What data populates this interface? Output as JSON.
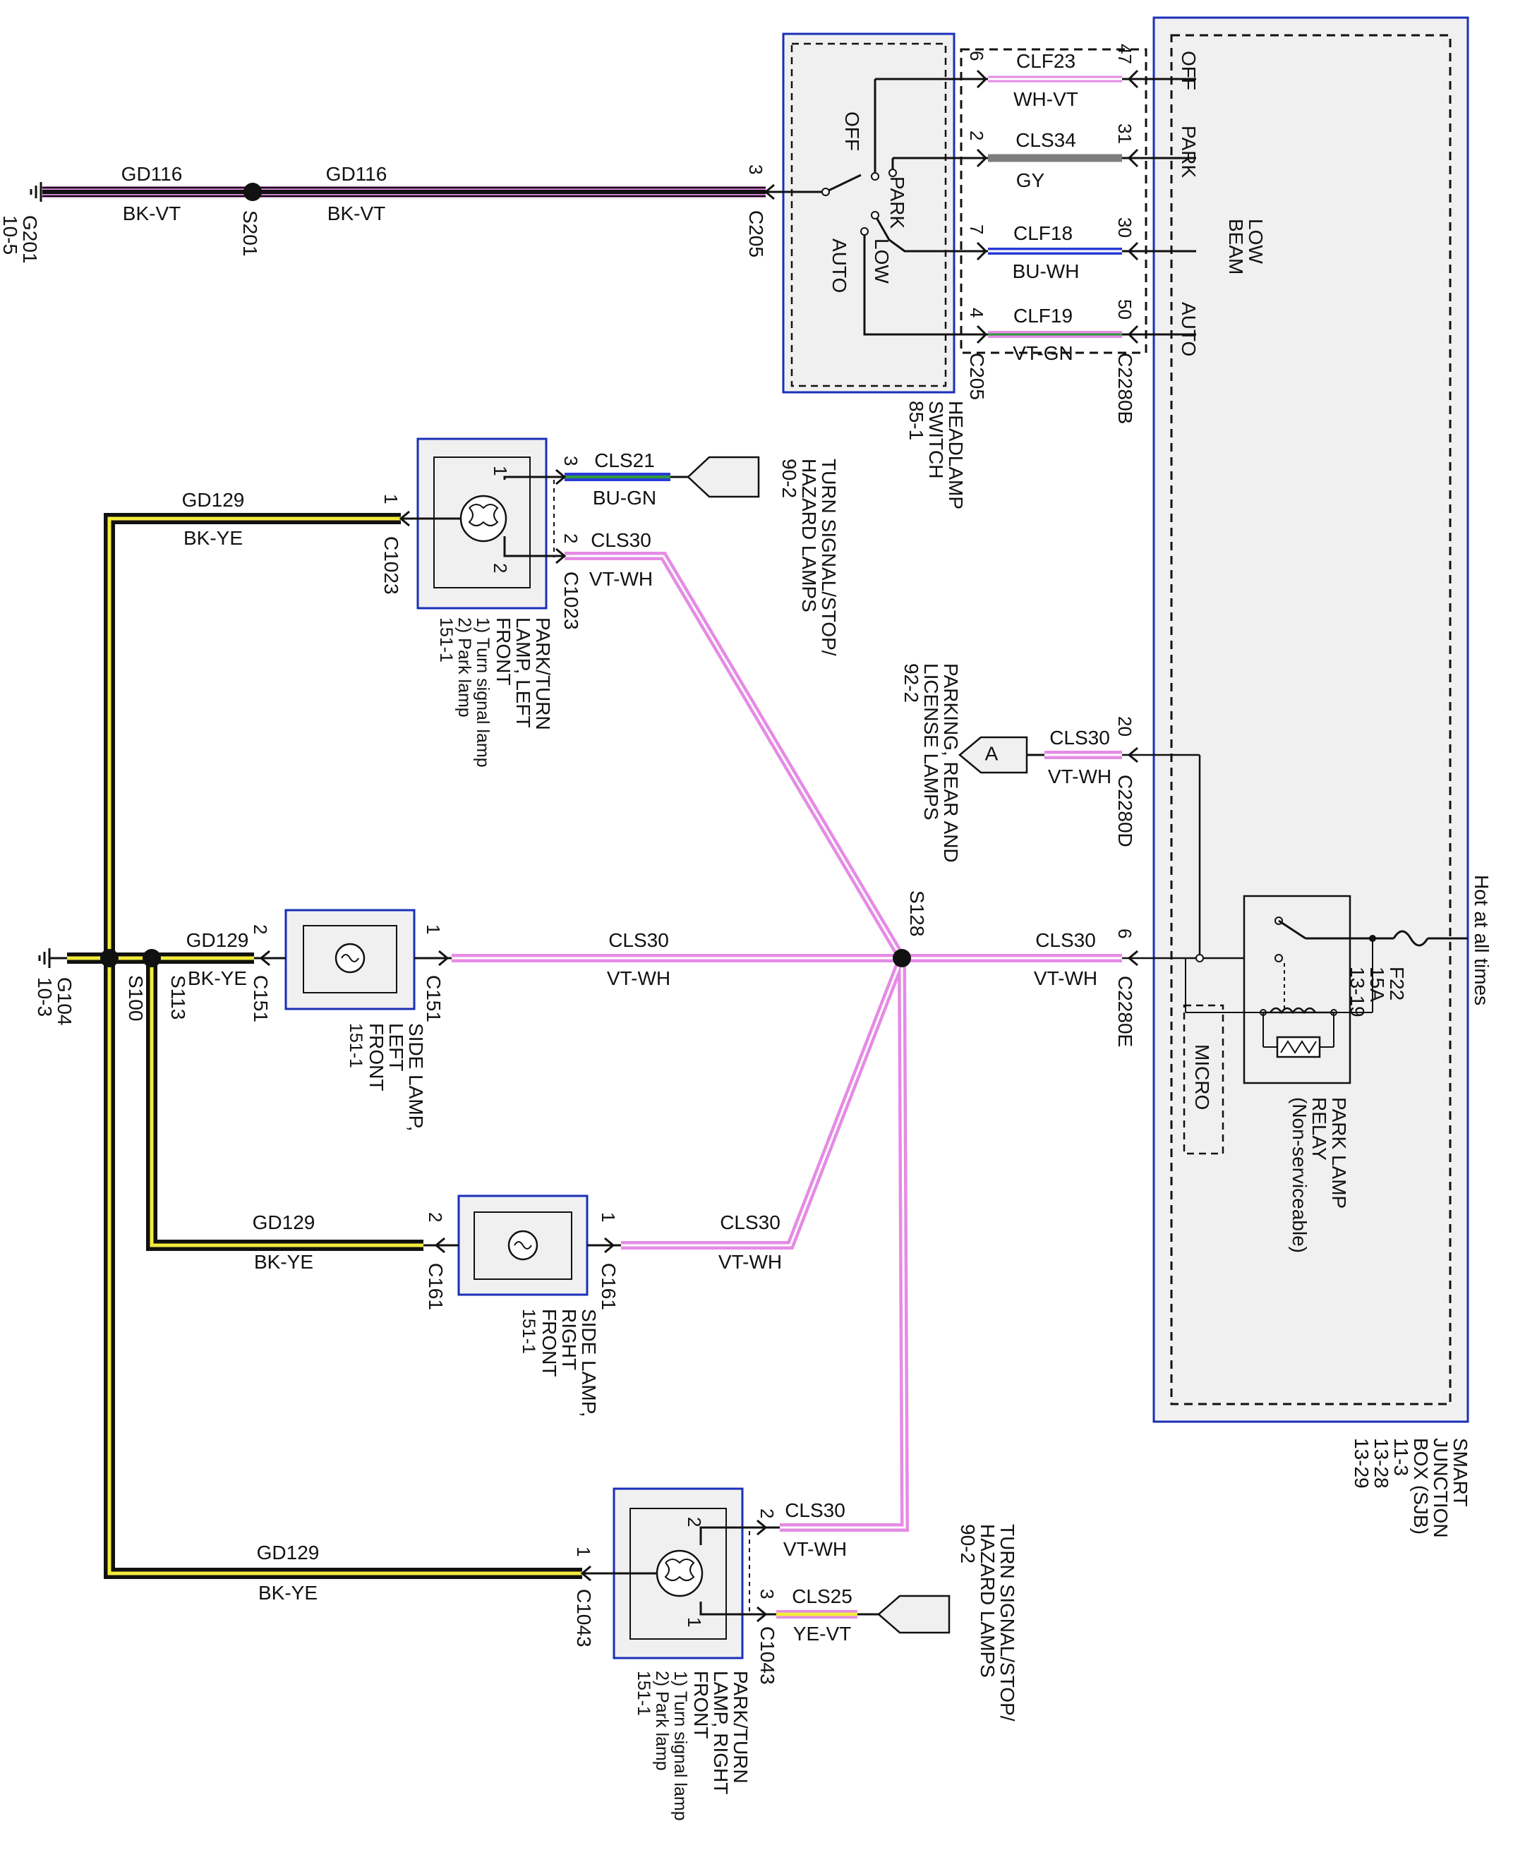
{
  "colors": {
    "bk": "#111111",
    "vt": "#e58be5",
    "ye": "#f2ec3c",
    "wh": "#ffffff",
    "bu": "#2a3bd8",
    "gn": "#2f9a3a",
    "gy": "#7d7d7d",
    "component_border": "#1a2fb8",
    "component_fill": "#f0f0f0"
  },
  "wires": {
    "gd116_left": {
      "circuit": "GD116",
      "color": "BK-VT"
    },
    "gd116_right": {
      "circuit": "GD116",
      "color": "BK-VT"
    },
    "clf23": {
      "circuit": "CLF23",
      "color": "WH-VT"
    },
    "cls34": {
      "circuit": "CLS34",
      "color": "GY"
    },
    "clf18": {
      "circuit": "CLF18",
      "color": "BU-WH"
    },
    "clf19": {
      "circuit": "CLF19",
      "color": "VT-GN"
    },
    "cls21": {
      "circuit": "CLS21",
      "color": "BU-GN"
    },
    "cls30_c1023": {
      "circuit": "CLS30",
      "color": "VT-WH"
    },
    "gd129_c1023": {
      "circuit": "GD129",
      "color": "BK-YE"
    },
    "cls30_c2280d": {
      "circuit": "CLS30",
      "color": "VT-WH"
    },
    "cls30_c151": {
      "circuit": "CLS30",
      "color": "VT-WH"
    },
    "cls30_c2280e": {
      "circuit": "CLS30",
      "color": "VT-WH"
    },
    "gd129_c151": {
      "circuit": "GD129",
      "color": "BK-YE"
    },
    "gd129_c161": {
      "circuit": "GD129",
      "color": "BK-YE"
    },
    "cls30_c161": {
      "circuit": "CLS30",
      "color": "VT-WH"
    },
    "cls30_c1043": {
      "circuit": "CLS30",
      "color": "VT-WH"
    },
    "gd129_c1043": {
      "circuit": "GD129",
      "color": "BK-YE"
    },
    "cls25": {
      "circuit": "CLS25",
      "color": "YE-VT"
    }
  },
  "grounds": {
    "g201": {
      "id": "G201",
      "ref": "10-5"
    },
    "g104": {
      "id": "G104",
      "ref": "10-3"
    }
  },
  "splices": {
    "s201": "S201",
    "s128": "S128",
    "s100": "S100",
    "s113": "S113"
  },
  "connectors": {
    "c205": "C205",
    "c2280b": "C2280B",
    "c2280d": "C2280D",
    "c2280e": "C2280E",
    "c1023": "C1023",
    "c151": "C151",
    "c161": "C161",
    "c1043": "C1043"
  },
  "pins": {
    "c205_3": "3",
    "c205_6": "6",
    "c205_2": "2",
    "c205_7": "7",
    "c205_4": "4",
    "sjb_47": "47",
    "sjb_31": "31",
    "sjb_30": "30",
    "sjb_50": "50",
    "sjb_20": "20",
    "sjb_6": "6",
    "c1023_3": "3",
    "c1023_2": "2",
    "c1023_1": "1",
    "lamp1023_1": "1",
    "lamp1023_2": "2",
    "c151_1": "1",
    "c151_2": "2",
    "c161_1": "1",
    "c161_2": "2",
    "c1043_2": "2",
    "c1043_3": "3",
    "c1043_1": "1",
    "lamp1043_2": "2",
    "lamp1043_1": "1"
  },
  "headlamp_switch": {
    "positions": [
      "OFF",
      "PARK",
      "LOW",
      "AUTO"
    ],
    "label_lines": [
      "HEADLAMP",
      "SWITCH",
      "85-1"
    ]
  },
  "sjb": {
    "inputs": [
      "OFF",
      "PARK",
      "LOW",
      "BEAM",
      "AUTO"
    ],
    "label_lines": [
      "SMART",
      "JUNCTION",
      "BOX (SJB)",
      "11-3",
      "13-28",
      "13-29"
    ],
    "hot_at_all_times": "Hot at all times",
    "micro": "MICRO",
    "fuse_lines": [
      "F22",
      "15A",
      "13-19"
    ],
    "relay_lines": [
      "PARK LAMP",
      "RELAY",
      "(Non-serviceable)"
    ]
  },
  "refs": {
    "turn_hazard_top_lines": [
      "TURN SIGNAL/STOP/",
      "HAZARD LAMPS",
      "90-2"
    ],
    "parking_rear_lines": [
      "PARKING, REAR AND",
      "LICENSE LAMPS",
      "92-2"
    ],
    "parking_ref_letter": "A",
    "turn_hazard_bottom_lines": [
      "TURN SIGNAL/STOP/",
      "HAZARD LAMPS",
      "90-2"
    ]
  },
  "components": {
    "park_turn_left": [
      "PARK/TURN",
      "LAMP, LEFT",
      "FRONT",
      "1) Turn signal lamp",
      "2) Park lamp",
      "151-1"
    ],
    "side_left": [
      "SIDE LAMP,",
      "LEFT",
      "FRONT",
      "151-1"
    ],
    "side_right": [
      "SIDE LAMP,",
      "RIGHT",
      "FRONT",
      "151-1"
    ],
    "park_turn_right": [
      "PARK/TURN",
      "LAMP, RIGHT",
      "FRONT",
      "1) Turn signal lamp",
      "2) Park lamp",
      "151-1"
    ]
  }
}
